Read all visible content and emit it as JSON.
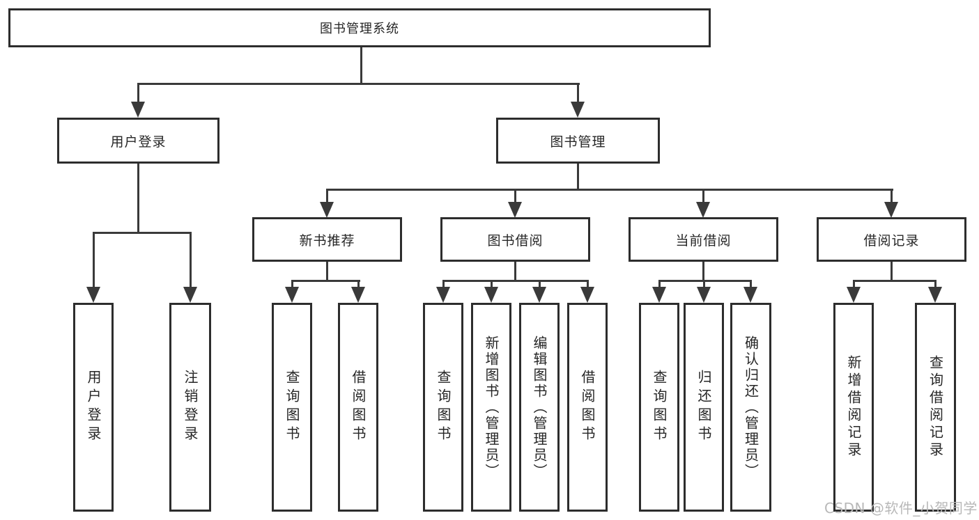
{
  "diagram_title": "图书管理系统",
  "nodes": {
    "root": {
      "label": "图书管理系统"
    },
    "user_login": {
      "label": "用户登录"
    },
    "book_mgmt": {
      "label": "图书管理"
    },
    "l3": [
      {
        "label": "新书推荐"
      },
      {
        "label": "图书借阅"
      },
      {
        "label": "当前借阅"
      },
      {
        "label": "借阅记录"
      }
    ],
    "leaves_user": [
      {
        "label": "用户登录"
      },
      {
        "label": "注销登录"
      }
    ],
    "leaves_recommend": [
      {
        "label": "查询图书"
      },
      {
        "label": "借阅图书"
      }
    ],
    "leaves_borrow": [
      {
        "label": "查询图书"
      },
      {
        "label": "新增图书（管理员）"
      },
      {
        "label": "编辑图书（管理员）"
      },
      {
        "label": "借阅图书"
      }
    ],
    "leaves_current": [
      {
        "label": "查询图书"
      },
      {
        "label": "归还图书"
      },
      {
        "label": "确认归还（管理员）"
      }
    ],
    "leaves_records": [
      {
        "label": "新增借阅记录"
      },
      {
        "label": "查询借阅记录"
      }
    ]
  },
  "watermark": {
    "text": "CSDN @软件_小贺同学"
  },
  "colors": {
    "line": "#3a3a3a",
    "box_border": "#2d2d2d",
    "box_fill": "#ffffff",
    "text": "#262626",
    "watermark": "#b8b8b8"
  }
}
